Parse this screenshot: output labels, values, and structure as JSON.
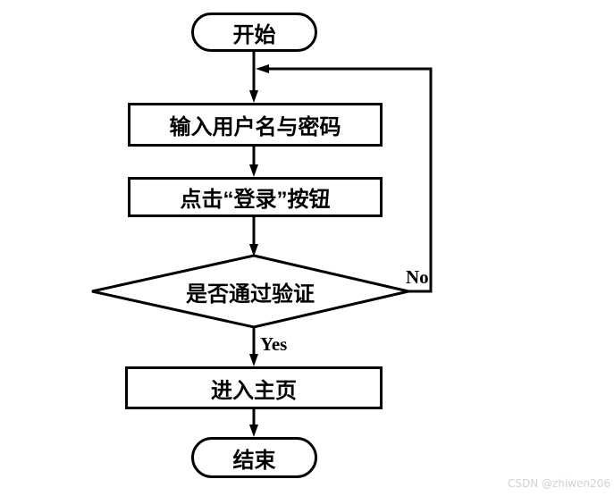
{
  "diagram": {
    "background_color": "#ffffff",
    "line_color": "#000000",
    "text_color": "#000000",
    "nodes": {
      "start": {
        "label": "开始",
        "type": "terminator"
      },
      "input": {
        "label": "输入用户名与密码",
        "type": "process"
      },
      "click_login": {
        "label": "点击“登录”按钮",
        "type": "process"
      },
      "verify": {
        "label": "是否通过验证",
        "type": "decision"
      },
      "homepage": {
        "label": "进入主页",
        "type": "process"
      },
      "end": {
        "label": "结束",
        "type": "terminator"
      }
    },
    "edges": [
      {
        "from": "start",
        "to": "input",
        "label": ""
      },
      {
        "from": "input",
        "to": "click_login",
        "label": ""
      },
      {
        "from": "click_login",
        "to": "verify",
        "label": ""
      },
      {
        "from": "verify",
        "to": "homepage",
        "label": "Yes"
      },
      {
        "from": "verify",
        "to": "input",
        "label": "No"
      },
      {
        "from": "homepage",
        "to": "end",
        "label": ""
      }
    ],
    "edge_labels": {
      "yes": "Yes",
      "no": "No"
    }
  },
  "watermark": {
    "text": "CSDN @zhiwen206",
    "color": "#d2d2d2"
  }
}
